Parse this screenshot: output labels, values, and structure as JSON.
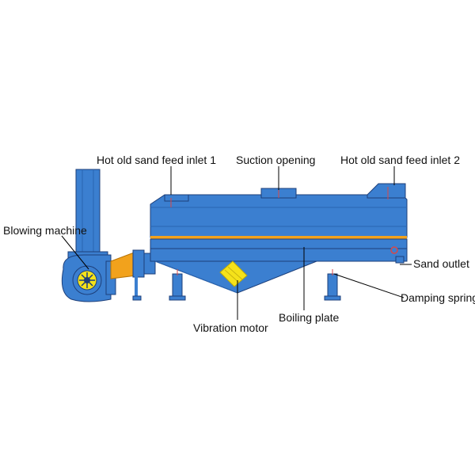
{
  "labels": {
    "hot_sand_inlet_1": "Hot old sand feed inlet 1",
    "suction_opening": "Suction opening",
    "hot_sand_inlet_2": "Hot old sand feed inlet 2",
    "blowing_machine": "Blowing machine",
    "sand_outlet": "Sand outlet",
    "damping_spring": "Damping spring",
    "boiling_plate": "Boiling plate",
    "vibration_motor": "Vibration motor"
  },
  "colors": {
    "machine_blue": "#3b7fd0",
    "machine_dark": "#2a64b0",
    "outline": "#1d3f7a",
    "orange_band": "#f2a21c",
    "motor_yellow": "#f5e21a",
    "leader_line": "#000000"
  }
}
